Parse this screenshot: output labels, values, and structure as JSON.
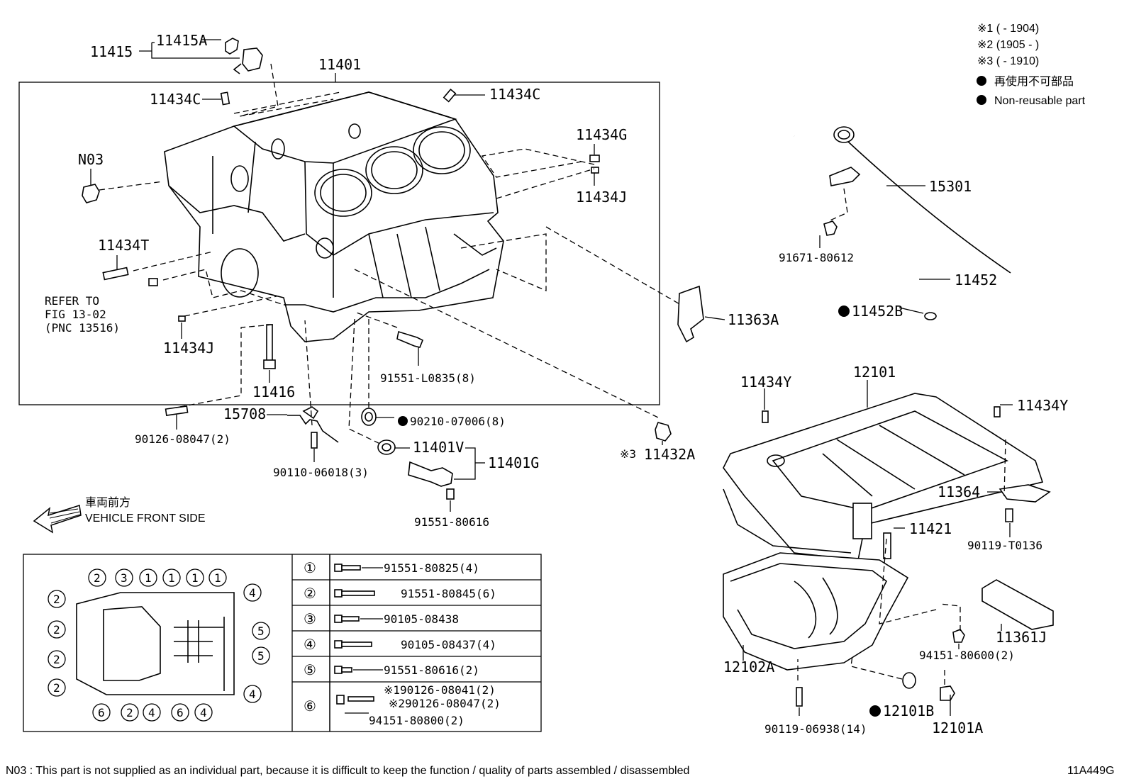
{
  "legend": {
    "mark1": "※1 (        - 1904)",
    "mark2": "※2 (1905 -        )",
    "mark3": "※3 (        - 1910)",
    "non_reusable_jp": "再使用不可部品",
    "non_reusable_en": "Non-reusable part"
  },
  "front": {
    "jp": "車両前方",
    "en": "VEHICLE FRONT SIDE"
  },
  "refer": {
    "line1": "REFER TO",
    "line2": "FIG 13-02",
    "line3": "(PNC 13516)"
  },
  "footnote": "N03 : This part is not supplied as an individual part, because it is difficult to keep the function / quality of parts  assembled / disassembled",
  "figure_code": "11A449G",
  "callouts": {
    "p11415": "11415",
    "p11415A": "11415A",
    "p11401": "11401",
    "p11434C_a": "11434C",
    "p11434C_b": "11434C",
    "pN03": "N03",
    "p11434G": "11434G",
    "p11434J_a": "11434J",
    "p11434T": "11434T",
    "p11434J_b": "11434J",
    "p11416": "11416",
    "p91551L": "91551-L0835(8)",
    "p15708": "15708",
    "p90126": "90126-08047(2)",
    "p90210": "90210-07006(8)",
    "p11401V": "11401V",
    "p11401G": "11401G",
    "p90110": "90110-06018(3)",
    "p91551_80616": "91551-80616",
    "p11432A": "11432A",
    "p11432A_mark": "※3",
    "p15301": "15301",
    "p91671": "91671-80612",
    "p11452": "11452",
    "p11452B": "11452B",
    "p11363A": "11363A",
    "p11434Y_a": "11434Y",
    "p12101": "12101",
    "p11434Y_b": "11434Y",
    "p11364": "11364",
    "p11421": "11421",
    "p90119T": "90119-T0136",
    "p11361J": "11361J",
    "p94151": "94151-80600(2)",
    "p12102A": "12102A",
    "p90119_06938": "90119-06938(14)",
    "p12101B": "12101B",
    "p12101A": "12101A"
  },
  "bolt_table": [
    {
      "num": "①",
      "parts": [
        "91551-80825(4)"
      ]
    },
    {
      "num": "②",
      "parts": [
        "91551-80845(6)"
      ]
    },
    {
      "num": "③",
      "parts": [
        "90105-08438"
      ]
    },
    {
      "num": "④",
      "parts": [
        "90105-08437(4)"
      ]
    },
    {
      "num": "⑤",
      "parts": [
        "91551-80616(2)"
      ]
    },
    {
      "num": "⑥",
      "parts": [
        "※190126-08041(2)",
        "※290126-08047(2)",
        "94151-80800(2)"
      ]
    }
  ],
  "plan_markers": {
    "top": [
      "2",
      "3",
      "1",
      "1",
      "1",
      "1"
    ],
    "left": [
      "2",
      "2",
      "2",
      "2"
    ],
    "right": [
      "4",
      "5",
      "5",
      "4"
    ],
    "bottom": [
      "6",
      "2",
      "4",
      "6",
      "4"
    ]
  }
}
